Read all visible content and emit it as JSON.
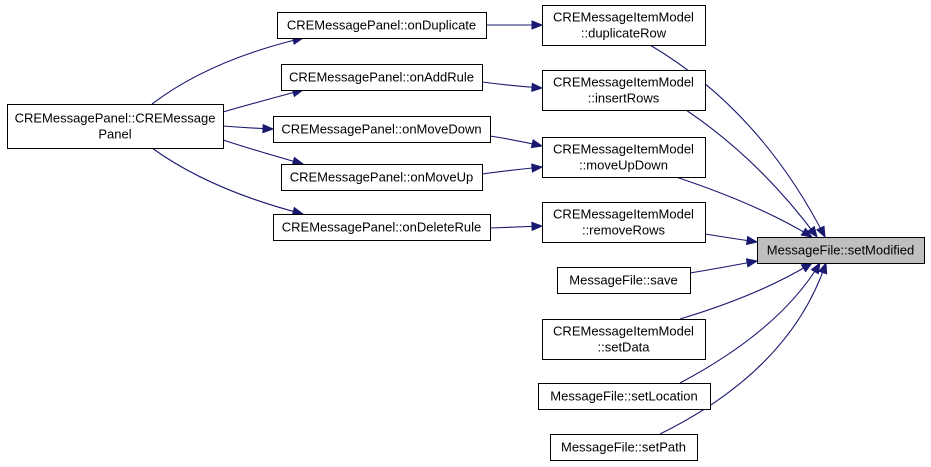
{
  "diagram": {
    "nodes": {
      "ctor": {
        "lines": [
          "CREMessagePanel::CREMessage",
          "Panel"
        ]
      },
      "onDuplicate": {
        "lines": [
          "CREMessagePanel::onDuplicate"
        ]
      },
      "onAddRule": {
        "lines": [
          "CREMessagePanel::onAddRule"
        ]
      },
      "onMoveDown": {
        "lines": [
          "CREMessagePanel::onMoveDown"
        ]
      },
      "onMoveUp": {
        "lines": [
          "CREMessagePanel::onMoveUp"
        ]
      },
      "onDeleteRule": {
        "lines": [
          "CREMessagePanel::onDeleteRule"
        ]
      },
      "duplicateRow": {
        "lines": [
          "CREMessageItemModel",
          "::duplicateRow"
        ]
      },
      "insertRows": {
        "lines": [
          "CREMessageItemModel",
          "::insertRows"
        ]
      },
      "moveUpDown": {
        "lines": [
          "CREMessageItemModel",
          "::moveUpDown"
        ]
      },
      "removeRows": {
        "lines": [
          "CREMessageItemModel",
          "::removeRows"
        ]
      },
      "save": {
        "lines": [
          "MessageFile::save"
        ]
      },
      "setData": {
        "lines": [
          "CREMessageItemModel",
          "::setData"
        ]
      },
      "setLocation": {
        "lines": [
          "MessageFile::setLocation"
        ]
      },
      "setPath": {
        "lines": [
          "MessageFile::setPath"
        ]
      },
      "setModified": {
        "lines": [
          "MessageFile::setModified"
        ]
      }
    },
    "edges": [
      {
        "from": "ctor",
        "to": "onDuplicate"
      },
      {
        "from": "ctor",
        "to": "onAddRule"
      },
      {
        "from": "ctor",
        "to": "onMoveDown"
      },
      {
        "from": "ctor",
        "to": "onMoveUp"
      },
      {
        "from": "ctor",
        "to": "onDeleteRule"
      },
      {
        "from": "onDuplicate",
        "to": "duplicateRow"
      },
      {
        "from": "onAddRule",
        "to": "insertRows"
      },
      {
        "from": "onMoveDown",
        "to": "moveUpDown"
      },
      {
        "from": "onMoveUp",
        "to": "moveUpDown"
      },
      {
        "from": "onDeleteRule",
        "to": "removeRows"
      },
      {
        "from": "duplicateRow",
        "to": "setModified"
      },
      {
        "from": "insertRows",
        "to": "setModified"
      },
      {
        "from": "moveUpDown",
        "to": "setModified"
      },
      {
        "from": "removeRows",
        "to": "setModified"
      },
      {
        "from": "save",
        "to": "setModified"
      },
      {
        "from": "setData",
        "to": "setModified"
      },
      {
        "from": "setLocation",
        "to": "setModified"
      },
      {
        "from": "setPath",
        "to": "setModified"
      }
    ]
  }
}
